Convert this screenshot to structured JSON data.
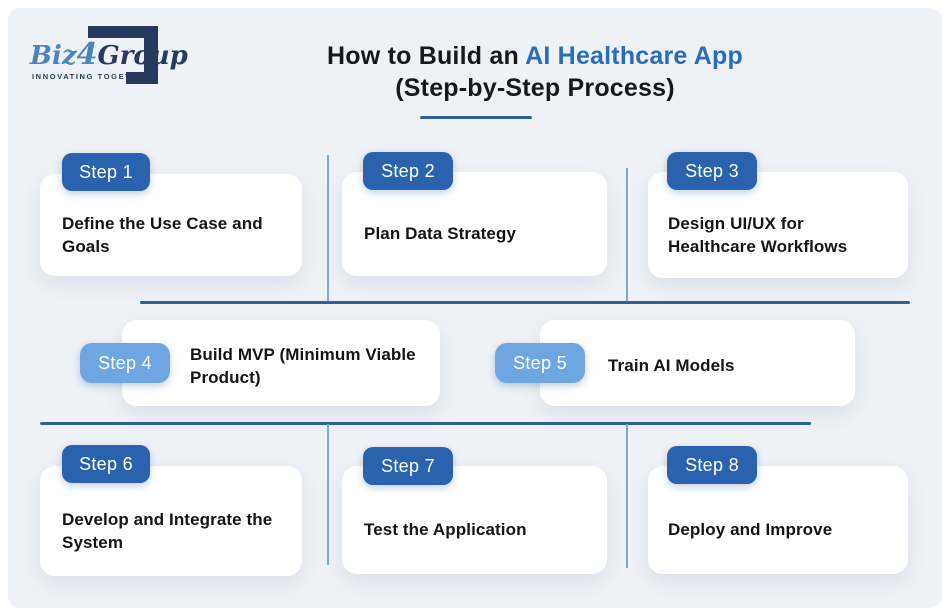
{
  "logo": {
    "part1": "Biz",
    "part2": "4",
    "part3": "Group",
    "tagline": "INNOVATING TOGETHER"
  },
  "header": {
    "title_prefix": "How to Build an ",
    "title_highlight": "AI Healthcare App",
    "title_line2": "(Step-by-Step Process)"
  },
  "colors": {
    "badge_dark_blue": "#2a62ae",
    "badge_light_blue": "#6ea6e2",
    "title_highlight_blue": "#2b6cb8",
    "divider_dark": "#2f6191",
    "divider_light": "#7ba8d8",
    "panel_background": "#eef1f6",
    "logo_navy": "#253a5e",
    "card_background": "#ffffff"
  },
  "steps": [
    {
      "badge": "Step 1",
      "label": "Define the Use Case and Goals",
      "variant": "dark"
    },
    {
      "badge": "Step 2",
      "label": "Plan Data Strategy",
      "variant": "dark"
    },
    {
      "badge": "Step 3",
      "label": "Design UI/UX for Healthcare Workflows",
      "variant": "dark"
    },
    {
      "badge": "Step 4",
      "label": "Build MVP (Minimum Viable Product)",
      "variant": "light"
    },
    {
      "badge": "Step 5",
      "label": "Train AI Models",
      "variant": "light"
    },
    {
      "badge": "Step 6",
      "label": "Develop and Integrate the System",
      "variant": "dark"
    },
    {
      "badge": "Step 7",
      "label": "Test the Application",
      "variant": "dark"
    },
    {
      "badge": "Step 8",
      "label": "Deploy and Improve",
      "variant": "dark"
    }
  ]
}
